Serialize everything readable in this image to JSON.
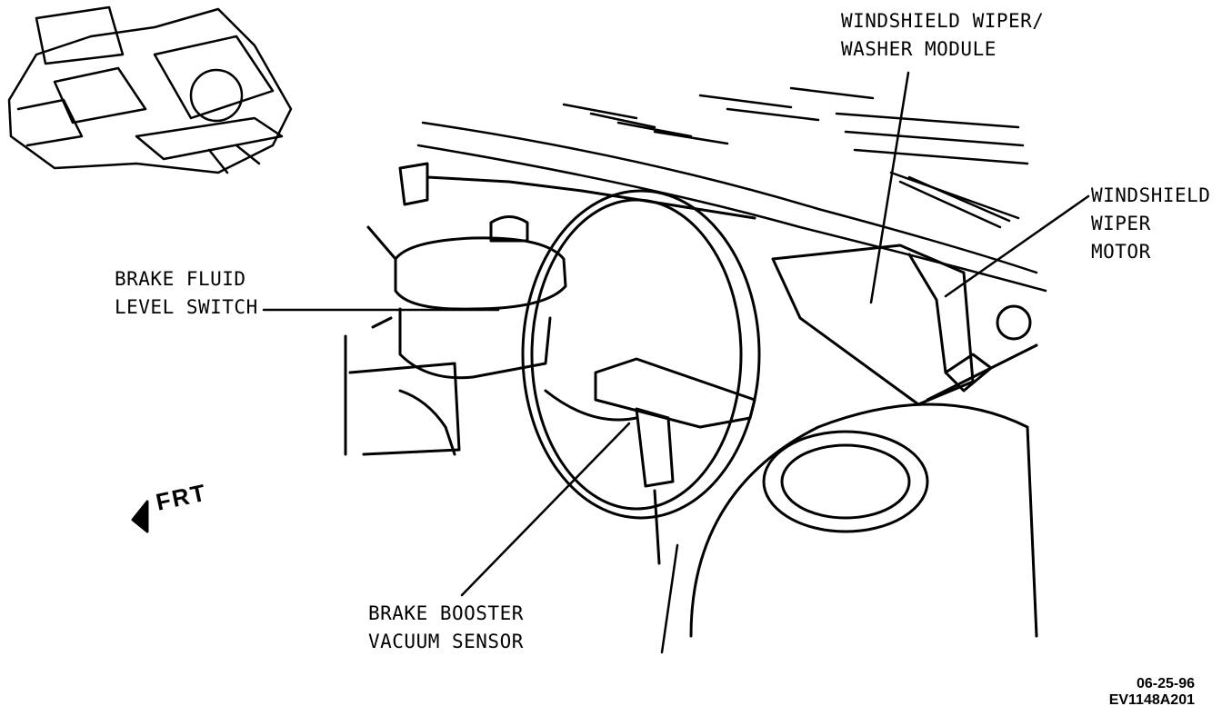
{
  "labels": {
    "wiper_module": [
      "WINDSHIELD WIPER/",
      "WASHER MODULE"
    ],
    "wiper_motor": [
      "WINDSHIELD",
      "WIPER",
      "MOTOR"
    ],
    "fluid_switch": [
      "BRAKE FLUID",
      "LEVEL SWITCH"
    ],
    "vacuum_sensor": [
      "BRAKE BOOSTER",
      "VACUUM SENSOR"
    ]
  },
  "direction": "FRT",
  "footer": {
    "date": "06-25-96",
    "code": "EV1148A201"
  },
  "colors": {
    "ink": "#000000",
    "paper": "#ffffff"
  }
}
